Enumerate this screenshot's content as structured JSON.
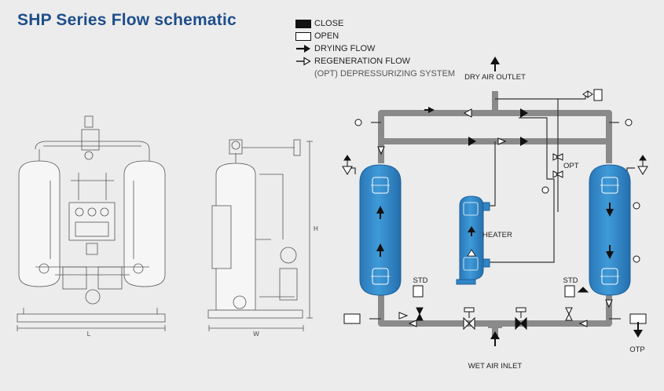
{
  "title": "SHP Series Flow schematic",
  "legend": {
    "close": "CLOSE",
    "open": "OPEN",
    "drying_flow": "DRYING FLOW",
    "regeneration_flow": "REGENERATION FLOW",
    "opt_system": "(OPT) DEPRESSURIZING SYSTEM"
  },
  "schematic": {
    "dry_air_outlet": "DRY AIR OUTLET",
    "wet_air_inlet": "WET AIR INLET",
    "heater": "HEATER",
    "opt": "OPT",
    "std_left": "STD",
    "std_right": "STD",
    "otp": "OTP"
  },
  "drawings": {
    "front_width_mark": "L",
    "side_width_mark": "W",
    "height_mark": "H"
  },
  "colors": {
    "title": "#1e4e8c",
    "vessel_blue": "#2f86c8",
    "pipe_grey": "#8a8a8a",
    "line_dark": "#222222"
  }
}
